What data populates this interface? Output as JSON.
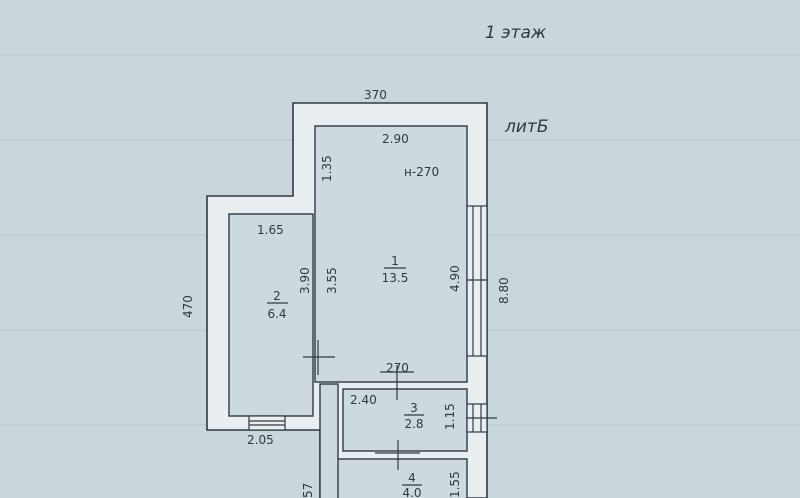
{
  "floor_label": "1 этаж",
  "building_label": "литБ",
  "dimensions": {
    "outer_top": "370",
    "outer_right": "8.80",
    "outer_left": "470",
    "bottom_left": "2.05",
    "room1_top": "2.90",
    "room1_left_upper": "1.35",
    "room1_left": "3.55",
    "room1_right": "4.90",
    "room1_bottom": "270",
    "room1_height": "н-270",
    "room2_top": "1.65",
    "room2_right": "3.90",
    "room3_width": "2.40",
    "room3_height": "1.15",
    "room4_height": "1.55",
    "partial_left": "57"
  },
  "rooms": [
    {
      "number": "1",
      "area": "13.5"
    },
    {
      "number": "2",
      "area": "6.4"
    },
    {
      "number": "3",
      "area": "2.8"
    },
    {
      "number": "4",
      "area": "4.0"
    }
  ]
}
